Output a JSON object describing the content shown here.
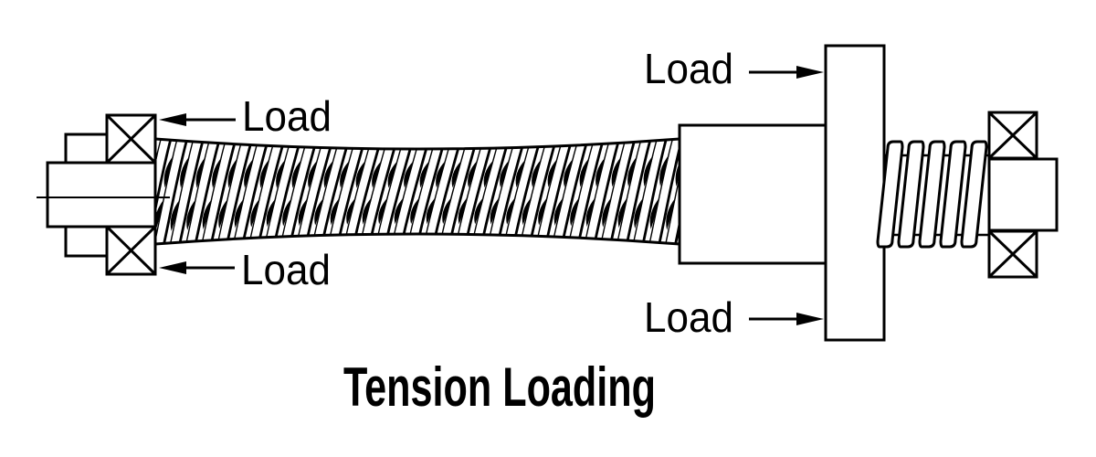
{
  "figure": {
    "title": "Tension Loading",
    "load_labels": {
      "top_left": "Load",
      "bottom_left": "Load",
      "top_right": "Load",
      "bottom_right": "Load"
    }
  },
  "colors": {
    "ink": "#000000",
    "background": "#ffffff"
  }
}
